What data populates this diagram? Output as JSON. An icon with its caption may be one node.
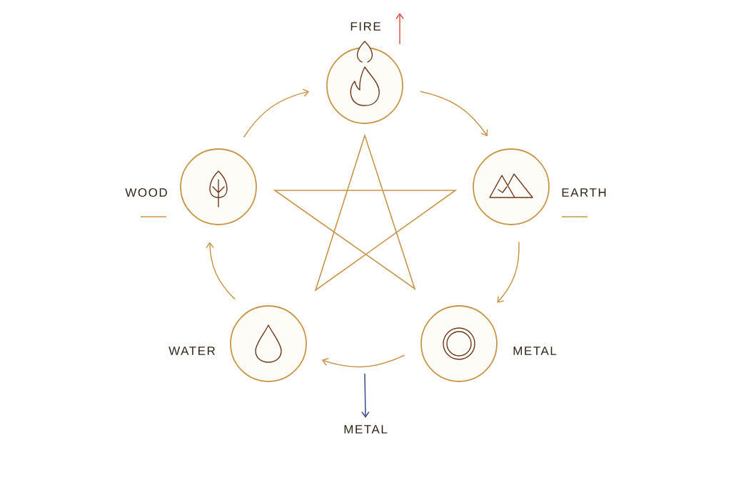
{
  "diagram": {
    "nodes": [
      {
        "text": [
          "FIRE"
        ]
      },
      {
        "text": [
          "WOOD"
        ]
      },
      {
        "text": [
          "EARTH"
        ]
      },
      {
        "text": [
          "WATER"
        ]
      },
      {
        "text": [
          "METAL"
        ]
      },
      {
        "text": [
          "METAL"
        ]
      }
    ],
    "edges": [
      {
        "from": 1,
        "to": 0,
        "arrow": "to"
      },
      {
        "from": 0,
        "to": 2,
        "arrow": "to"
      },
      {
        "from": 2,
        "to": 4,
        "arrow": "to"
      },
      {
        "from": 4,
        "to": 3,
        "arrow": "to"
      },
      {
        "from": 3,
        "to": 1,
        "arrow": "to"
      },
      {
        "from": null,
        "to": 5,
        "arrow": "to",
        "color": "#3a4890"
      }
    ]
  }
}
